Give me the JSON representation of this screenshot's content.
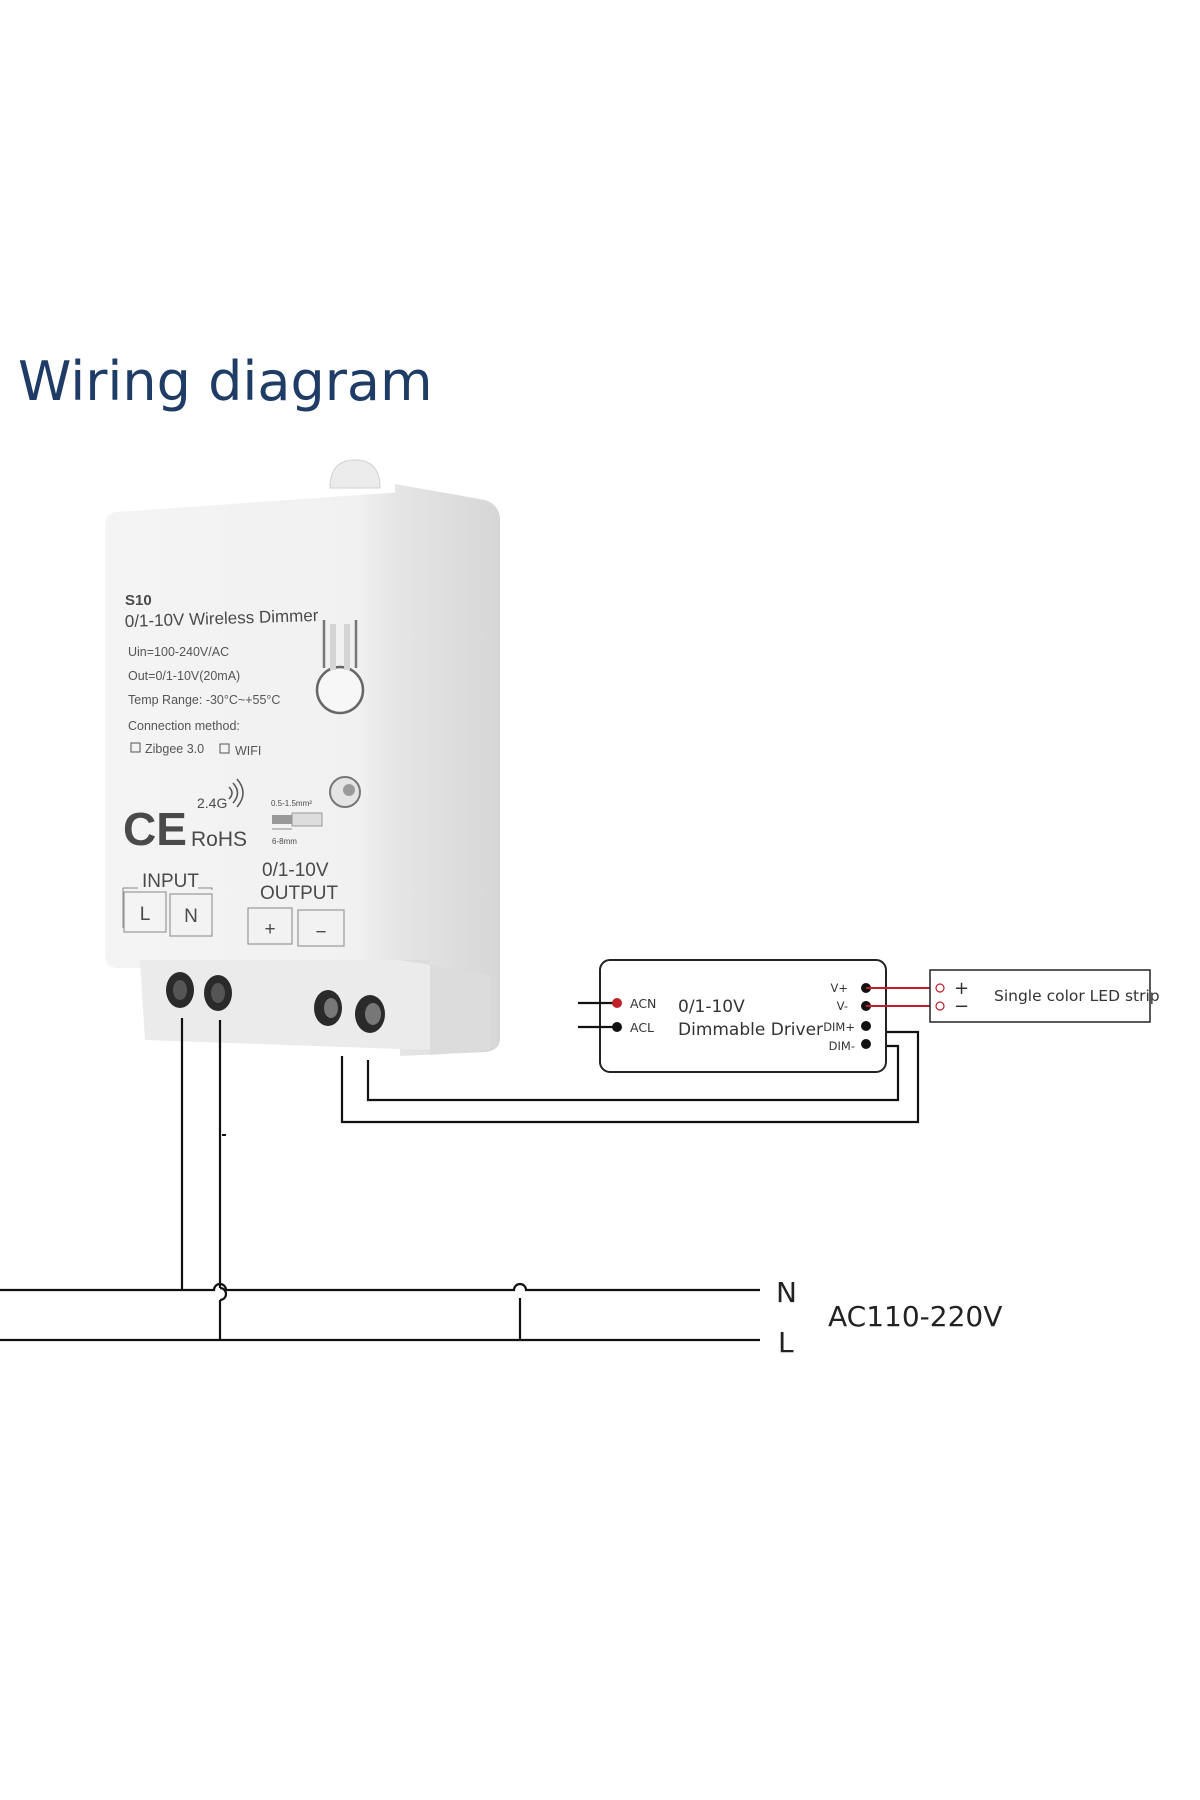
{
  "title": "Wiring diagram",
  "dimmer": {
    "model": "S10",
    "name": "0/1-10V Wireless Dimmer",
    "uin": "Uin=100-240V/AC",
    "out": "Out=0/1-10V(20mA)",
    "temp_range": "Temp Range: -30°C~+55°C",
    "connection_method": "Connection method:",
    "option_zigbee": "Zibgee 3.0",
    "option_wifi": "WIFI",
    "ce_mark": "CE",
    "band": "2.4G",
    "rohs": "RoHS",
    "wire_gauge": "0.5-1.5mm²",
    "strip_length": "6-8mm",
    "input_label": "INPUT",
    "input_terminals": [
      "L",
      "N"
    ],
    "output_label_line1": "0/1-10V",
    "output_label_line2": "OUTPUT",
    "output_terminals": [
      "+",
      "−"
    ]
  },
  "driver": {
    "line1": "0/1-10V",
    "line2": "Dimmable Driver",
    "left_pins": [
      "ACN",
      "ACL"
    ],
    "right_pins": [
      "V+",
      "V-",
      "DIM+",
      "DIM-"
    ]
  },
  "led_strip": {
    "label": "Single color LED strip",
    "plus": "+",
    "minus": "−"
  },
  "mains": {
    "n_label": "N",
    "l_label": "L",
    "voltage": "AC110-220V"
  },
  "colors": {
    "title": "#1f3c66",
    "wire": "#111111",
    "live_wire": "#c0202a",
    "device_body": "#f3f3f3"
  }
}
